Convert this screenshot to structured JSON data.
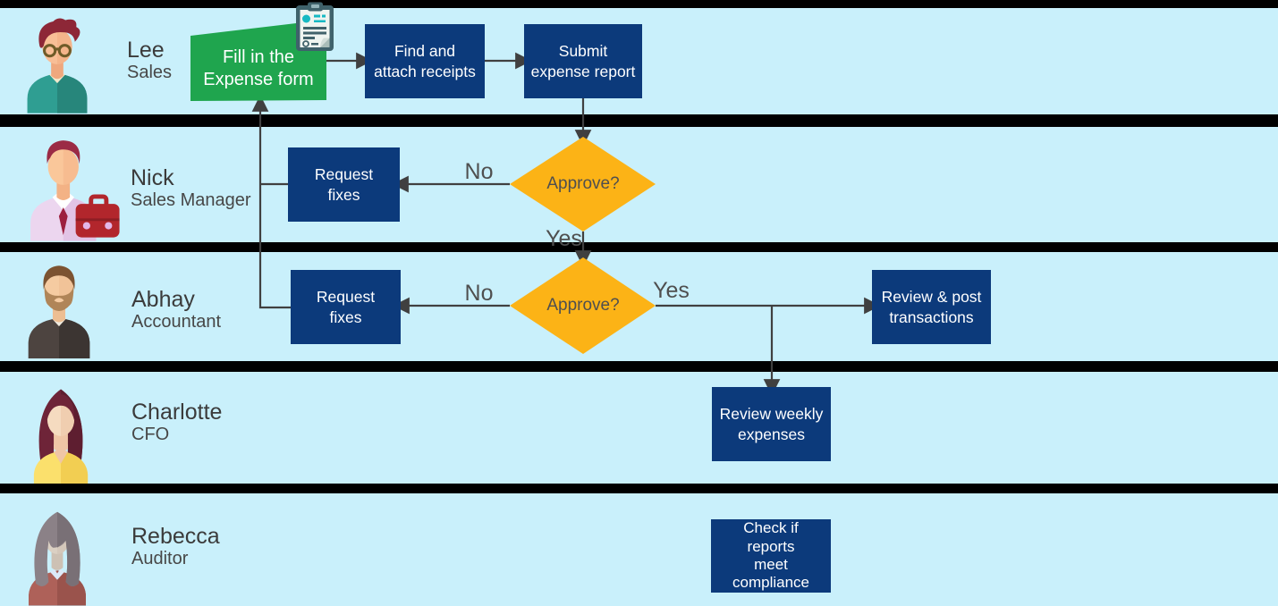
{
  "colors": {
    "bg": "#C9F0FB",
    "divider": "#000000",
    "navy": "#0C3A7B",
    "green": "#1FA54E",
    "gold": "#FCB316",
    "connector": "#404040",
    "nameText": "#3B3B3B",
    "roleText": "#474747",
    "labelText": "#4F4F4F",
    "nodeText": "#FFFFFF"
  },
  "lanes": [
    {
      "name": "Lee",
      "role": "Sales"
    },
    {
      "name": "Nick",
      "role": "Sales Manager"
    },
    {
      "name": "Abhay",
      "role": "Accountant"
    },
    {
      "name": "Charlotte",
      "role": "CFO"
    },
    {
      "name": "Rebecca",
      "role": "Auditor"
    }
  ],
  "nodes": {
    "fill_form": "Fill in the\nExpense form",
    "find_receipts": "Find and\nattach receipts",
    "submit_report": "Submit\nexpense report",
    "request_fixes_manager": "Request\nfixes",
    "approve_manager": "Approve?",
    "request_fixes_accountant": "Request\nfixes",
    "approve_accountant": "Approve?",
    "review_post": "Review & post\ntransactions",
    "review_weekly": "Review weekly\nexpenses",
    "check_compliance": "Check if\nreports\nmeet\ncompliance"
  },
  "labels": {
    "manager_no": "No",
    "manager_yes": "Yes",
    "accountant_no": "No",
    "accountant_yes": "Yes"
  },
  "icons": {
    "clipboard": "expense-form-clipboard"
  }
}
